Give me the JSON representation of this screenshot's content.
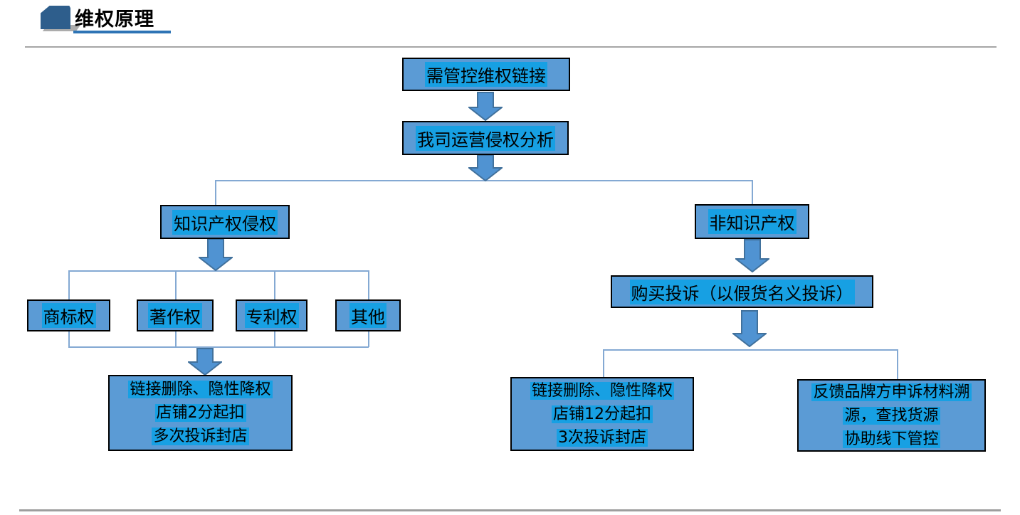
{
  "page": {
    "title": "维权原理"
  },
  "colors": {
    "box_fill": "#5B9BD5",
    "box_border": "#000000",
    "text_highlight": "#17A0E3",
    "arrow_fill": "#5093D2",
    "arrow_border": "#41719C",
    "connector_line": "#84A9D3",
    "title_underline": "#2E74B5",
    "header_icon": "#2E5E8C",
    "separator": "#A6A6A6"
  },
  "flowchart": {
    "nodes": {
      "root": "需管控维权链接",
      "analysis": "我司运营侵权分析",
      "ip": "知识产权侵权",
      "non_ip": "非知识产权",
      "trademark": "商标权",
      "copyright": "著作权",
      "patent": "专利权",
      "other": "其他",
      "ip_result": [
        "链接删除、隐性降权",
        "店铺2分起扣",
        "多次投诉封店"
      ],
      "purchase": "购买投诉（以假货名义投诉）",
      "non_ip_result1": [
        "链接删除、隐性降权",
        "店铺12分起扣",
        "3次投诉封店"
      ],
      "non_ip_result2": [
        "反馈品牌方申诉材料溯",
        "源，查找货源",
        "协助线下管控"
      ]
    }
  }
}
